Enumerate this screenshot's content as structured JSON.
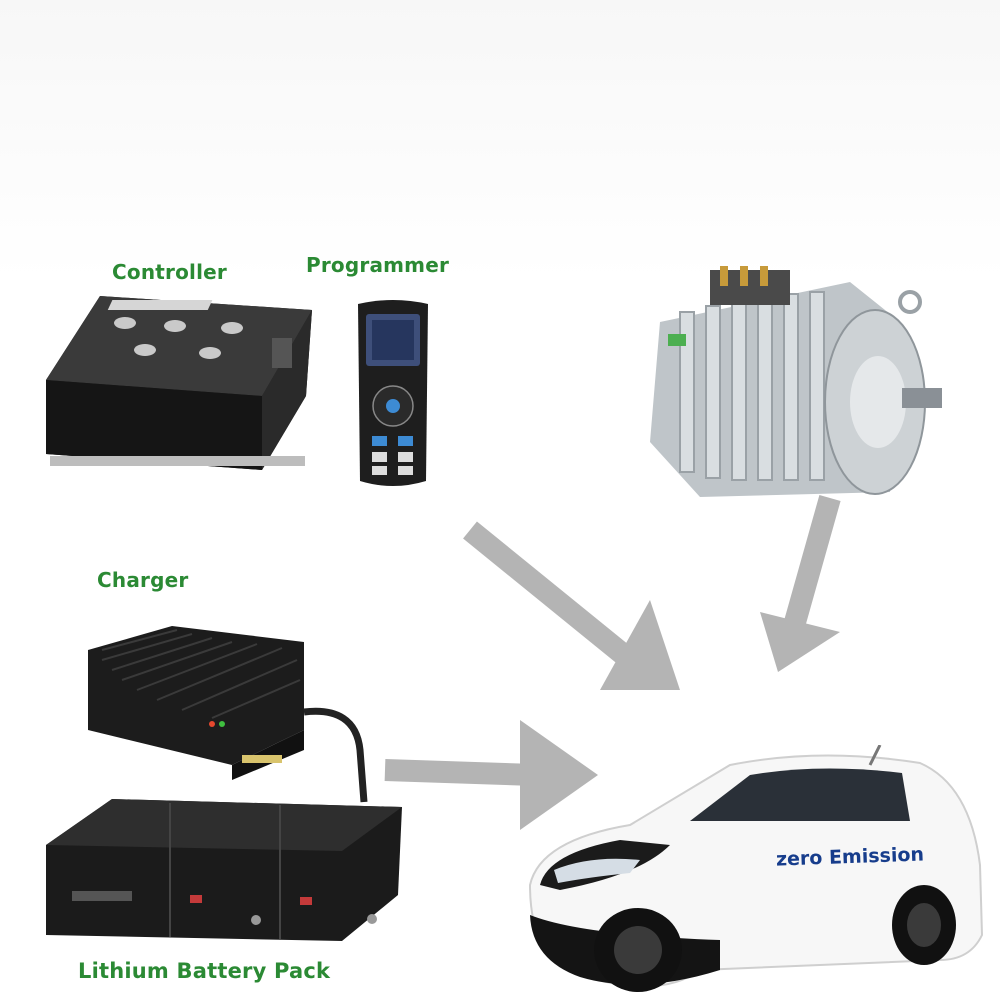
{
  "labels": {
    "controller": "Controller",
    "programmer": "Programmer",
    "charger": "Charger",
    "battery": "Lithium Battery Pack"
  },
  "car": {
    "decal_text": "zero Emission"
  },
  "colors": {
    "label_green": "#2b8a34",
    "arrow_gray": "#b4b4b4",
    "decal_blue": "#173d8c"
  },
  "icons": [
    "controller-image",
    "programmer-image",
    "motor-image",
    "charger-image",
    "battery-pack-image",
    "electric-car-image"
  ]
}
